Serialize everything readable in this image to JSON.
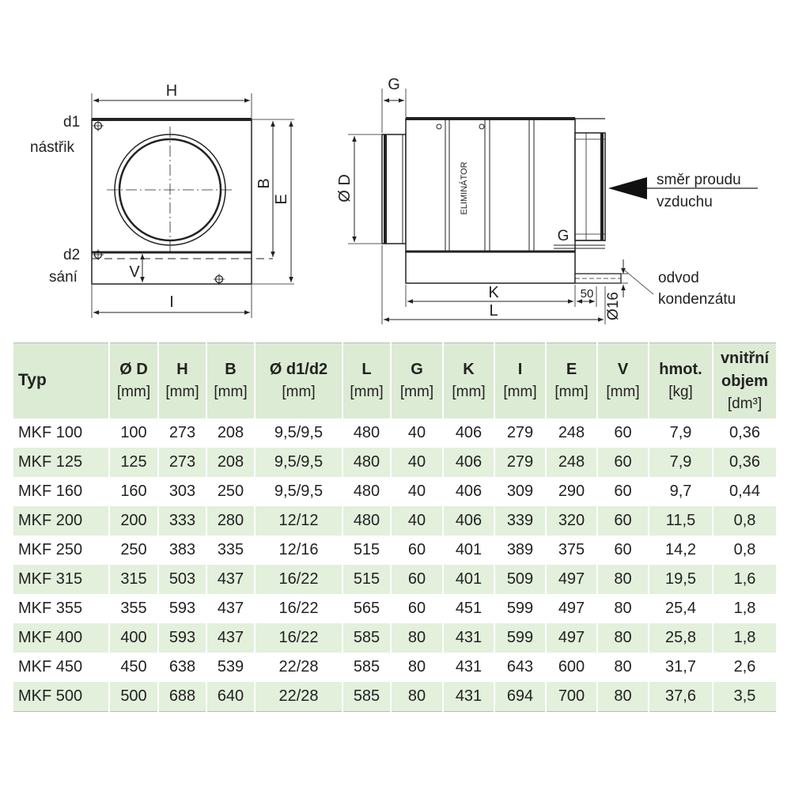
{
  "drawing": {
    "front": {
      "dim_h": "H",
      "dim_b": "B",
      "dim_e": "E",
      "dim_v": "V",
      "dim_i": "I",
      "d1": "d1",
      "d1_label": "nástřik",
      "d2": "d2",
      "d2_label": "sání"
    },
    "side": {
      "dim_g_top": "G",
      "dim_d": "Ø D",
      "eliminator": "ELIMINÁTOR",
      "dim_g_inner": "G",
      "dim_k": "K",
      "dim_50": "50",
      "dim_l": "L",
      "dim_d16": "Ø16",
      "airflow_line1": "směr proudu",
      "airflow_line2": "vzduchu",
      "drain_line1": "odvod",
      "drain_line2": "kondenzátu"
    }
  },
  "table": {
    "headers": [
      {
        "title": "Typ",
        "unit": ""
      },
      {
        "title": "Ø D",
        "unit": "[mm]"
      },
      {
        "title": "H",
        "unit": "[mm]"
      },
      {
        "title": "B",
        "unit": "[mm]"
      },
      {
        "title": "Ø d1/d2",
        "unit": "[mm]"
      },
      {
        "title": "L",
        "unit": "[mm]"
      },
      {
        "title": "G",
        "unit": "[mm]"
      },
      {
        "title": "K",
        "unit": "[mm]"
      },
      {
        "title": "I",
        "unit": "[mm]"
      },
      {
        "title": "E",
        "unit": "[mm]"
      },
      {
        "title": "V",
        "unit": "[mm]"
      },
      {
        "title": "hmot.",
        "unit": "[kg]"
      },
      {
        "title": "vnitřní objem",
        "unit": "[dm³]"
      }
    ],
    "rows": [
      [
        "MKF 100",
        "100",
        "273",
        "208",
        "9,5/9,5",
        "480",
        "40",
        "406",
        "279",
        "248",
        "60",
        "7,9",
        "0,36"
      ],
      [
        "MKF 125",
        "125",
        "273",
        "208",
        "9,5/9,5",
        "480",
        "40",
        "406",
        "279",
        "248",
        "60",
        "7,9",
        "0,36"
      ],
      [
        "MKF 160",
        "160",
        "303",
        "250",
        "9,5/9,5",
        "480",
        "40",
        "406",
        "309",
        "290",
        "60",
        "9,7",
        "0,44"
      ],
      [
        "MKF 200",
        "200",
        "333",
        "280",
        "12/12",
        "480",
        "40",
        "406",
        "339",
        "320",
        "60",
        "11,5",
        "0,8"
      ],
      [
        "MKF 250",
        "250",
        "383",
        "335",
        "12/16",
        "515",
        "60",
        "401",
        "389",
        "375",
        "60",
        "14,2",
        "0,8"
      ],
      [
        "MKF 315",
        "315",
        "503",
        "437",
        "16/22",
        "515",
        "60",
        "401",
        "509",
        "497",
        "80",
        "19,5",
        "1,6"
      ],
      [
        "MKF 355",
        "355",
        "593",
        "437",
        "16/22",
        "565",
        "60",
        "451",
        "599",
        "497",
        "80",
        "25,4",
        "1,8"
      ],
      [
        "MKF 400",
        "400",
        "593",
        "437",
        "16/22",
        "585",
        "80",
        "431",
        "599",
        "497",
        "80",
        "25,8",
        "1,8"
      ],
      [
        "MKF 450",
        "450",
        "638",
        "539",
        "22/28",
        "585",
        "80",
        "431",
        "643",
        "600",
        "80",
        "31,7",
        "2,6"
      ],
      [
        "MKF 500",
        "500",
        "688",
        "640",
        "22/28",
        "585",
        "80",
        "431",
        "694",
        "700",
        "80",
        "37,6",
        "3,5"
      ]
    ]
  }
}
